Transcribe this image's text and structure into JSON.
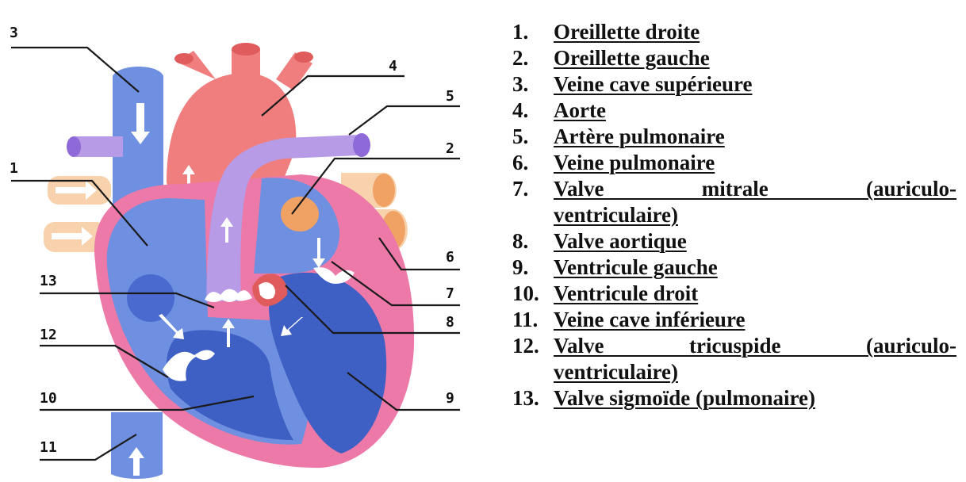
{
  "diagram": {
    "labels": [
      "3",
      "4",
      "5",
      "2",
      "1",
      "6",
      "13",
      "7",
      "8",
      "12",
      "10",
      "9",
      "11"
    ]
  },
  "legend": {
    "items": [
      {
        "num": "1.",
        "text": "Oreillette droite"
      },
      {
        "num": "2.",
        "text": "Oreillette gauche"
      },
      {
        "num": "3.",
        "text": "Veine cave supérieure"
      },
      {
        "num": "4.",
        "text": "Aorte"
      },
      {
        "num": "5.",
        "text": "Artère pulmonaire"
      },
      {
        "num": "6.",
        "text": "Veine pulmonaire"
      },
      {
        "num": "7.",
        "text_line1": "Valve mitrale (auriculo-",
        "text_line2": "ventriculaire)"
      },
      {
        "num": "8.",
        "text": "Valve aortique"
      },
      {
        "num": "9.",
        "text": "Ventricule gauche"
      },
      {
        "num": "10.",
        "text": "Ventricule droit"
      },
      {
        "num": "11.",
        "text": "Veine cave inférieure"
      },
      {
        "num": "12.",
        "text_line1": "Valve tricuspide (auriculo-",
        "text_line2": "ventriculaire)"
      },
      {
        "num": "13.",
        "text": "Valve sigmoïde (pulmonaire)"
      }
    ]
  },
  "colors": {
    "deoxygenated_blue": "#6f8fe0",
    "dark_blue": "#3e5fc4",
    "aorta_red": "#f07e7e",
    "pulmonary_purple": "#b79be6",
    "pericardium_pink": "#ec79a8",
    "pulmonary_vein_peach": "#f8d2ad",
    "left_atrium_orange": "#f0a265"
  }
}
